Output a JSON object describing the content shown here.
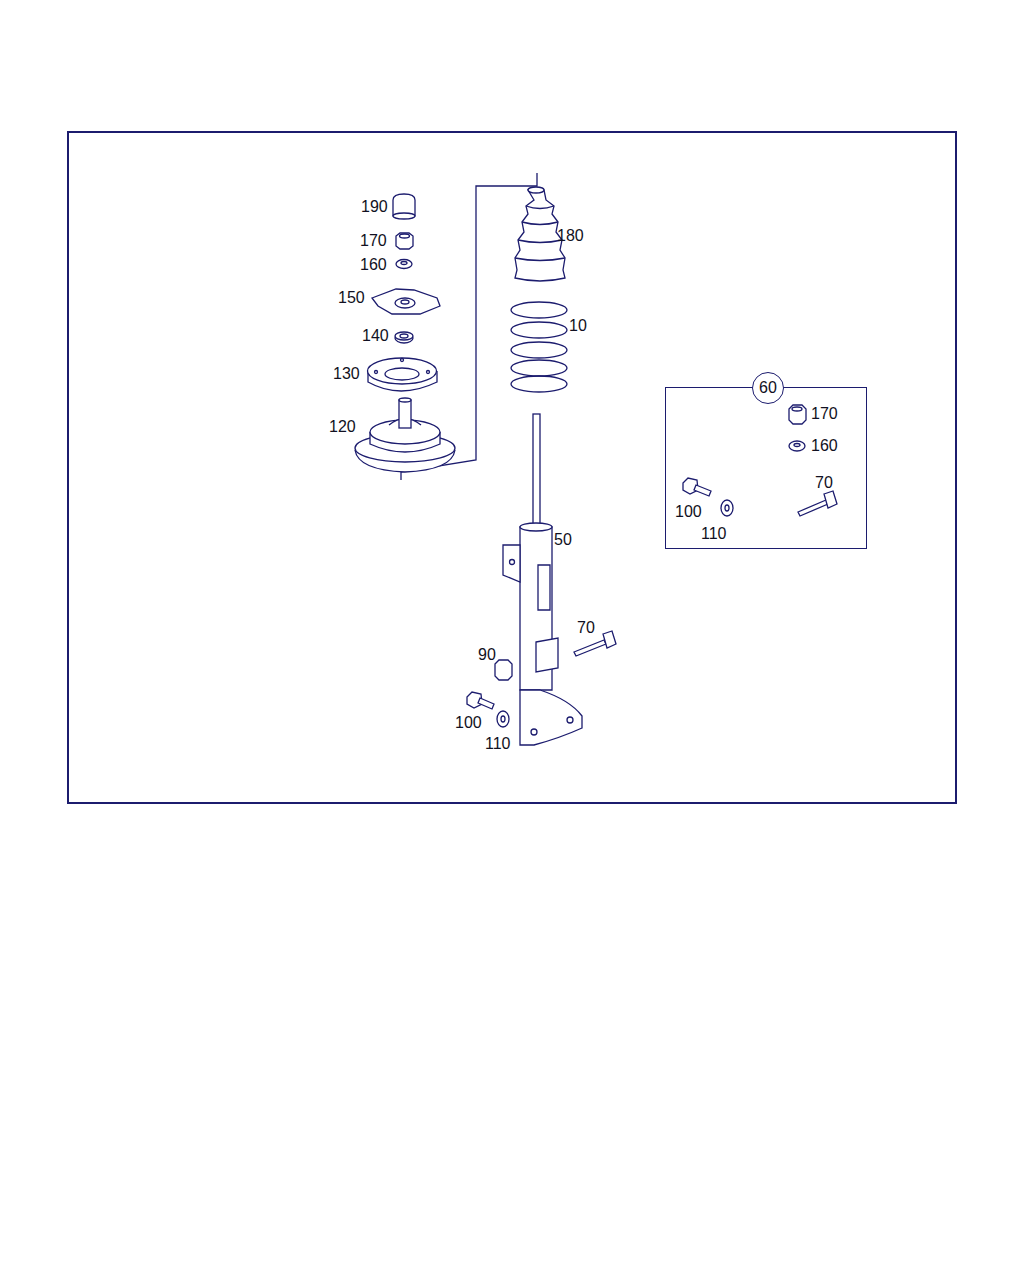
{
  "diagram": {
    "nodes": [
      {
        "text": [
          "170",
          "160",
          "100",
          "110",
          "70"
        ]
      },
      {
        "text": [
          "60"
        ],
        "in": 0
      }
    ],
    "labels": [
      "190",
      "170",
      "160",
      "150",
      "140",
      "130",
      "120",
      "180",
      "10",
      "50",
      "70",
      "90",
      "100",
      "110"
    ]
  }
}
